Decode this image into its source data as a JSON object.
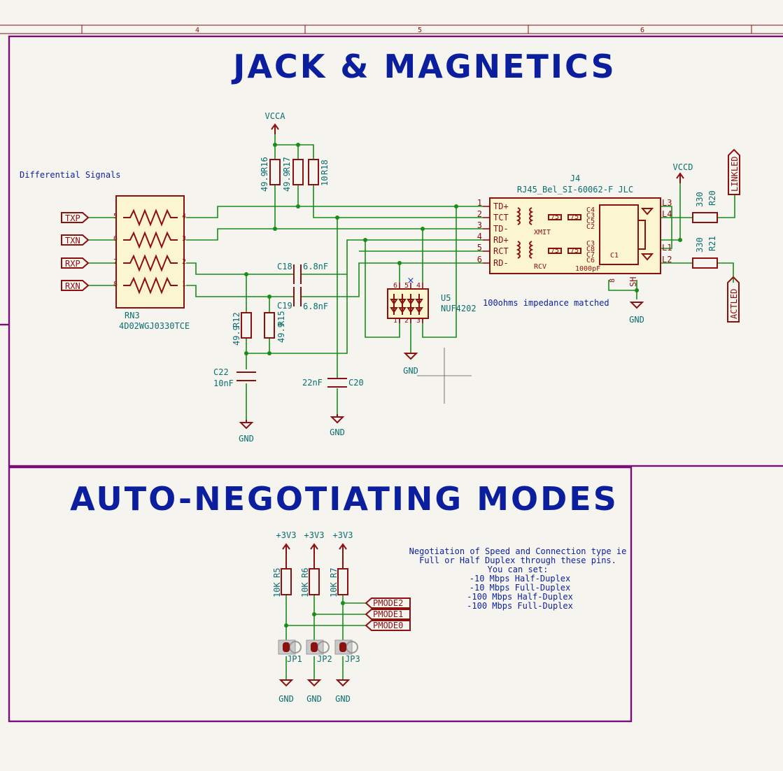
{
  "ruler": {
    "labels": [
      "4",
      "5",
      "6"
    ]
  },
  "sections": {
    "jack_title": "JACK & MAGNETICS",
    "auto_title": "AUTO-NEGOTIATING MODES"
  },
  "notes": {
    "differential": "Differential Signals",
    "impedance": "100ohms impedance matched",
    "negotiation": [
      "Negotiation of Speed and Connection type ie",
      "Full or Half Duplex through these pins.",
      "You can set:",
      "-10 Mbps Half-Duplex",
      "-10 Mbps Full-Duplex",
      "-100 Mbps Half-Duplex",
      "-100 Mbps Full-Duplex"
    ]
  },
  "power": {
    "vcca": "VCCA",
    "vccd": "VCCD",
    "gnd": "GND",
    "v3v3": "+3V3"
  },
  "labels": {
    "txp": "TXP",
    "txn": "TXN",
    "rxp": "RXP",
    "rxn": "RXN",
    "linkled": "LINKLED",
    "actled": "ACTLED",
    "pmode2": "PMODE2",
    "pmode1": "PMODE1",
    "pmode0": "PMODE0"
  },
  "components": {
    "rn3": {
      "ref": "RN3",
      "value": "4D02WGJ0330TCE",
      "pins_left": [
        "5",
        "6",
        "7",
        "8"
      ],
      "pins_right": [
        "4",
        "3",
        "2",
        "1"
      ]
    },
    "r16": {
      "ref": "R16",
      "value": "49.9"
    },
    "r17": {
      "ref": "R17",
      "value": "49.9"
    },
    "r18": {
      "ref": "R18",
      "value": "10"
    },
    "r12": {
      "ref": "R12",
      "value": "49.9"
    },
    "r15": {
      "ref": "R15",
      "value": "49.9"
    },
    "c18": {
      "ref": "C18",
      "value": "6.8nF"
    },
    "c19": {
      "ref": "C19",
      "value": "6.8nF"
    },
    "c22": {
      "ref": "C22",
      "value": "10nF"
    },
    "c20": {
      "ref": "C20",
      "value": "22nF"
    },
    "u5": {
      "ref": "U5",
      "value": "NUF4202",
      "pins_top": [
        "6",
        "5",
        "4"
      ],
      "pins_bottom": [
        "1",
        "2",
        "3"
      ]
    },
    "j4": {
      "ref": "J4",
      "value": "RJ45_Bel_SI-60062-F JLC",
      "pin_numbers": [
        "1",
        "2",
        "3",
        "4",
        "5",
        "6"
      ],
      "pin_names": [
        "TD+",
        "TCT",
        "TD-",
        "RD+",
        "RCT",
        "RD-"
      ],
      "right_pins": [
        "L3",
        "L4",
        "L1",
        "L2"
      ],
      "shield": "SH",
      "shield_num": "8",
      "internal": [
        "XMIT",
        "RCV",
        "C1",
        "C2",
        "C3",
        "C4",
        "C5",
        "C6",
        "C7",
        "C8",
        "75",
        "1000pF"
      ]
    },
    "r20": {
      "ref": "R20",
      "value": "330"
    },
    "r21": {
      "ref": "R21",
      "value": "330"
    },
    "r5": {
      "ref": "R5",
      "value": "10K"
    },
    "r6": {
      "ref": "R6",
      "value": "10K"
    },
    "r7": {
      "ref": "R7",
      "value": "10K"
    },
    "jp1": {
      "ref": "JP1"
    },
    "jp2": {
      "ref": "JP2"
    },
    "jp3": {
      "ref": "JP3"
    }
  },
  "colors": {
    "wire": "#1a8c1a",
    "part": "#8b1010",
    "title": "#0b1f9e",
    "frame": "#7a0f7a",
    "ref": "#0b6f6f",
    "background": "#f5f4ef",
    "body_fill": "#fbf6cf"
  }
}
